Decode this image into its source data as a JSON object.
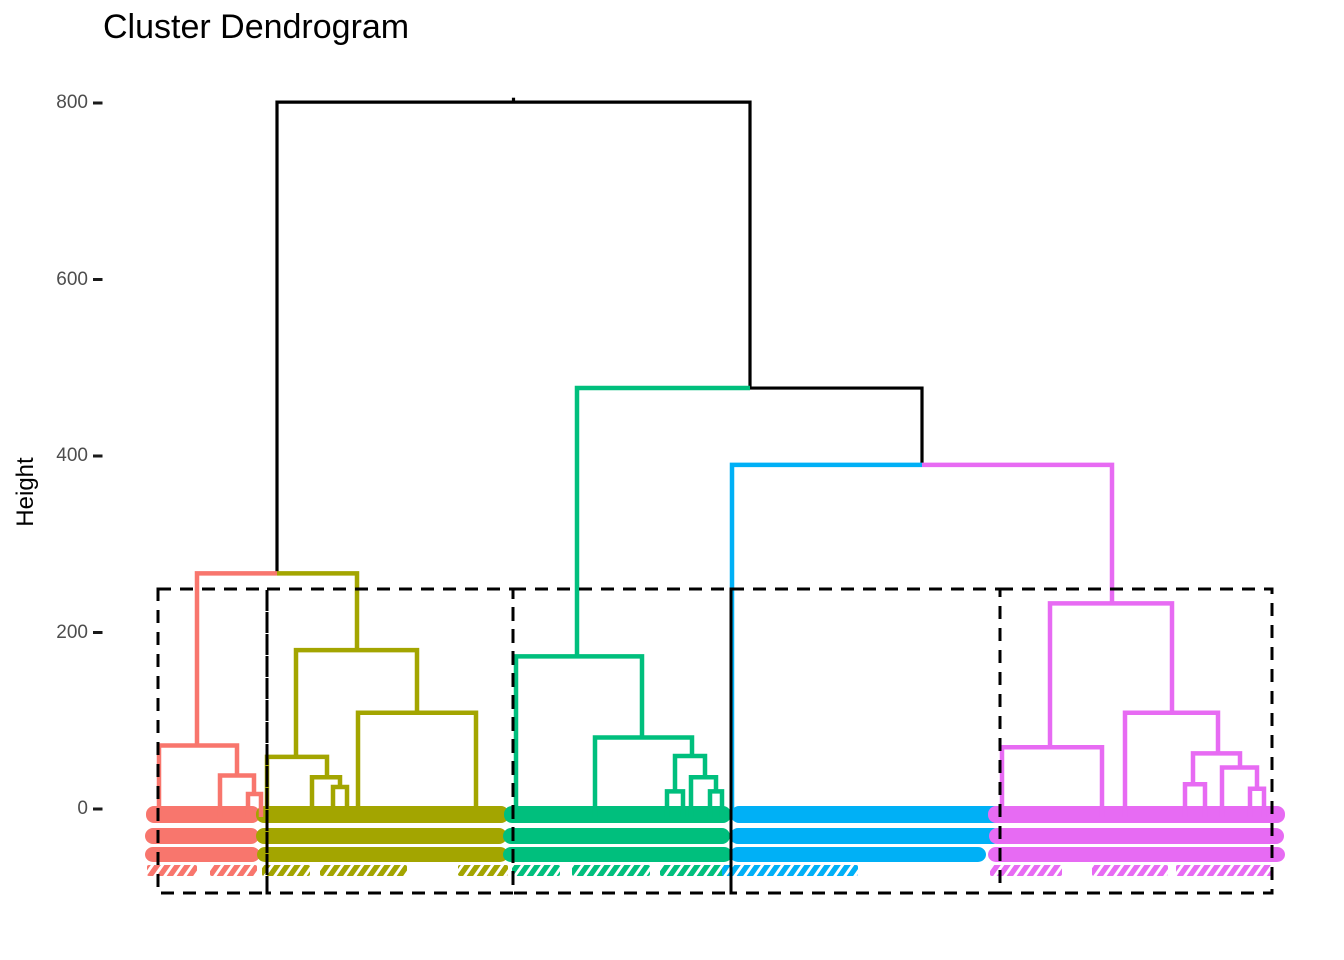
{
  "title": "Cluster Dendrogram",
  "axis": {
    "label": "Height",
    "ticks": [
      {
        "label": "0",
        "value": 0
      },
      {
        "label": "200",
        "value": 200
      },
      {
        "label": "400",
        "value": 400
      },
      {
        "label": "600",
        "value": 600
      },
      {
        "label": "800",
        "value": 800
      }
    ],
    "tick_label_color": "#4d4d4d",
    "tick_mark_color": "#1a1a1a"
  },
  "chart_data": {
    "type": "dendrogram",
    "title": "Cluster Dendrogram",
    "ylabel": "Height",
    "ylim": [
      0,
      830
    ],
    "yticks": [
      0,
      200,
      400,
      600,
      800
    ],
    "grid": false,
    "k_clusters": 5,
    "root_height": 801,
    "major_merge_heights": [
      801,
      477,
      390,
      267,
      233,
      180,
      173,
      109,
      81,
      72,
      70,
      63,
      60,
      59,
      47,
      38,
      36,
      28,
      25,
      23,
      20,
      17
    ],
    "palette": [
      "#000000",
      "#F8766D",
      "#A3A500",
      "#00BF7D",
      "#00B0F6",
      "#E76BF3"
    ],
    "clusters": [
      {
        "id": 1,
        "color": "#F8766D",
        "x_range": [
          158,
          267
        ]
      },
      {
        "id": 2,
        "color": "#A3A500",
        "x_range": [
          267,
          513
        ]
      },
      {
        "id": 3,
        "color": "#00BF7D",
        "x_range": [
          513,
          731
        ]
      },
      {
        "id": 4,
        "color": "#00B0F6",
        "x_range": [
          731,
          1000
        ]
      },
      {
        "id": 5,
        "color": "#E76BF3",
        "x_range": [
          1000,
          1272
        ]
      }
    ],
    "scale": {
      "y_h0": 809,
      "y_h800": 103,
      "axis_x": 93,
      "tick_len": 9.5
    },
    "leaf_y": 817,
    "links": [
      [
        513.5,
        806,
        513.5,
        801,
        0
      ],
      [
        513.5,
        801,
        277,
        267,
        0
      ],
      [
        513.5,
        801,
        750,
        477,
        0
      ],
      [
        750,
        477,
        922,
        390,
        0
      ],
      [
        277,
        267,
        197,
        72,
        1
      ],
      [
        197,
        72,
        159,
        null,
        1
      ],
      [
        197,
        72,
        237,
        38,
        1
      ],
      [
        237,
        38,
        220,
        null,
        1
      ],
      [
        237,
        38,
        254,
        17,
        1
      ],
      [
        254,
        17,
        248,
        null,
        1
      ],
      [
        254,
        17,
        261,
        null,
        1
      ],
      [
        277,
        267,
        357,
        180,
        2
      ],
      [
        357,
        180,
        296,
        59,
        2
      ],
      [
        357,
        180,
        417,
        109,
        2
      ],
      [
        296,
        59,
        267,
        null,
        2
      ],
      [
        296,
        59,
        327,
        36,
        2
      ],
      [
        327,
        36,
        312,
        null,
        2
      ],
      [
        327,
        36,
        340,
        25,
        2
      ],
      [
        340,
        25,
        333,
        null,
        2
      ],
      [
        340,
        25,
        347,
        null,
        2
      ],
      [
        417,
        109,
        358,
        null,
        2
      ],
      [
        417,
        109,
        476,
        null,
        2
      ],
      [
        750,
        477,
        577,
        173,
        3
      ],
      [
        577,
        173,
        516,
        null,
        3
      ],
      [
        577,
        173,
        642,
        81,
        3
      ],
      [
        642,
        81,
        595,
        null,
        3
      ],
      [
        642,
        81,
        692,
        60,
        3
      ],
      [
        692,
        60,
        675,
        20,
        3
      ],
      [
        692,
        60,
        705,
        36,
        3
      ],
      [
        675,
        20,
        667,
        null,
        3
      ],
      [
        675,
        20,
        683,
        null,
        3
      ],
      [
        705,
        36,
        691,
        null,
        3
      ],
      [
        705,
        36,
        716,
        20,
        3
      ],
      [
        716,
        20,
        710,
        null,
        3
      ],
      [
        716,
        20,
        722,
        null,
        3
      ],
      [
        922,
        390,
        732,
        null,
        4
      ],
      [
        922,
        390,
        1112,
        233,
        5
      ],
      [
        1112,
        233,
        1050,
        70,
        5
      ],
      [
        1112,
        233,
        1172,
        109,
        5
      ],
      [
        1050,
        70,
        1002,
        null,
        5
      ],
      [
        1050,
        70,
        1102,
        null,
        5
      ],
      [
        1172,
        109,
        1125,
        null,
        5
      ],
      [
        1172,
        109,
        1218,
        63,
        5
      ],
      [
        1218,
        63,
        1193,
        28,
        5
      ],
      [
        1218,
        63,
        1240,
        47,
        5
      ],
      [
        1193,
        28,
        1185,
        null,
        5
      ],
      [
        1193,
        28,
        1205,
        null,
        5
      ],
      [
        1240,
        47,
        1222,
        null,
        5
      ],
      [
        1240,
        47,
        1257,
        23,
        5
      ],
      [
        1257,
        23,
        1250,
        null,
        5
      ],
      [
        1257,
        23,
        1264,
        null,
        5
      ]
    ],
    "cluster_boxes": {
      "top": 589,
      "bottom": 893,
      "stroke": "#000000",
      "stroke_width": 3,
      "dash": "13 9",
      "x_edges": [
        [
          158,
          267
        ],
        [
          267,
          513
        ],
        [
          513,
          731
        ],
        [
          731,
          1000
        ],
        [
          1000,
          1272
        ]
      ]
    },
    "label_bands": [
      {
        "y": 806,
        "h": 17,
        "style": "solid",
        "segments": [
          [
            146,
            260,
            1
          ],
          [
            256,
            509,
            2
          ],
          [
            504,
            731,
            3
          ],
          [
            731,
            1003,
            4
          ],
          [
            988,
            1285,
            5
          ]
        ]
      },
      {
        "y": 828,
        "h": 16,
        "style": "solid",
        "segments": [
          [
            145,
            259,
            1
          ],
          [
            256,
            507,
            2
          ],
          [
            503,
            730,
            3
          ],
          [
            730,
            1001,
            4
          ],
          [
            989,
            1284,
            5
          ]
        ]
      },
      {
        "y": 847,
        "h": 15,
        "style": "solid",
        "segments": [
          [
            145,
            260,
            1
          ],
          [
            257,
            508,
            2
          ],
          [
            503,
            732,
            3
          ],
          [
            730,
            986,
            4
          ],
          [
            988,
            1285,
            5
          ]
        ]
      },
      {
        "y": 865,
        "h": 11,
        "style": "stripes",
        "segments": [
          [
            147,
            197,
            1
          ],
          [
            210,
            257,
            1
          ],
          [
            262,
            310,
            2
          ],
          [
            320,
            407,
            2
          ],
          [
            458,
            508,
            2
          ],
          [
            512,
            560,
            3
          ],
          [
            572,
            650,
            3
          ],
          [
            660,
            728,
            3
          ],
          [
            722,
            858,
            4
          ],
          [
            990,
            1062,
            5
          ],
          [
            1092,
            1168,
            5
          ],
          [
            1176,
            1272,
            5
          ]
        ]
      }
    ],
    "line_widths": {
      "black": 3.2,
      "cluster": 4.5
    }
  }
}
